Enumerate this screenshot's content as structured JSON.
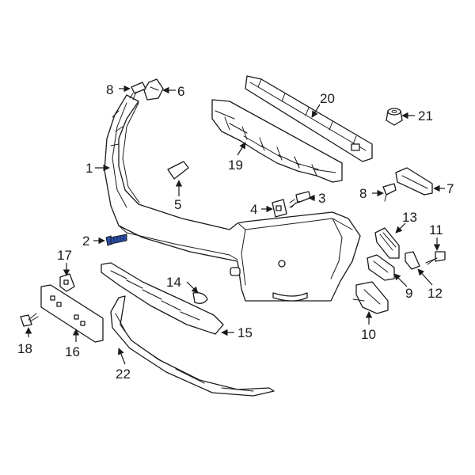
{
  "callouts": {
    "c1": "1",
    "c2": "2",
    "c3": "3",
    "c4": "4",
    "c5": "5",
    "c6": "6",
    "c7": "7",
    "c8a": "8",
    "c8b": "8",
    "c9": "9",
    "c10": "10",
    "c11": "11",
    "c12": "12",
    "c13": "13",
    "c14": "14",
    "c15": "15",
    "c16": "16",
    "c17": "17",
    "c18": "18",
    "c19": "19",
    "c20": "20",
    "c21": "21",
    "c22": "22"
  },
  "highlight_color": "#2b4ea8",
  "line_color": "#1a1a1a"
}
